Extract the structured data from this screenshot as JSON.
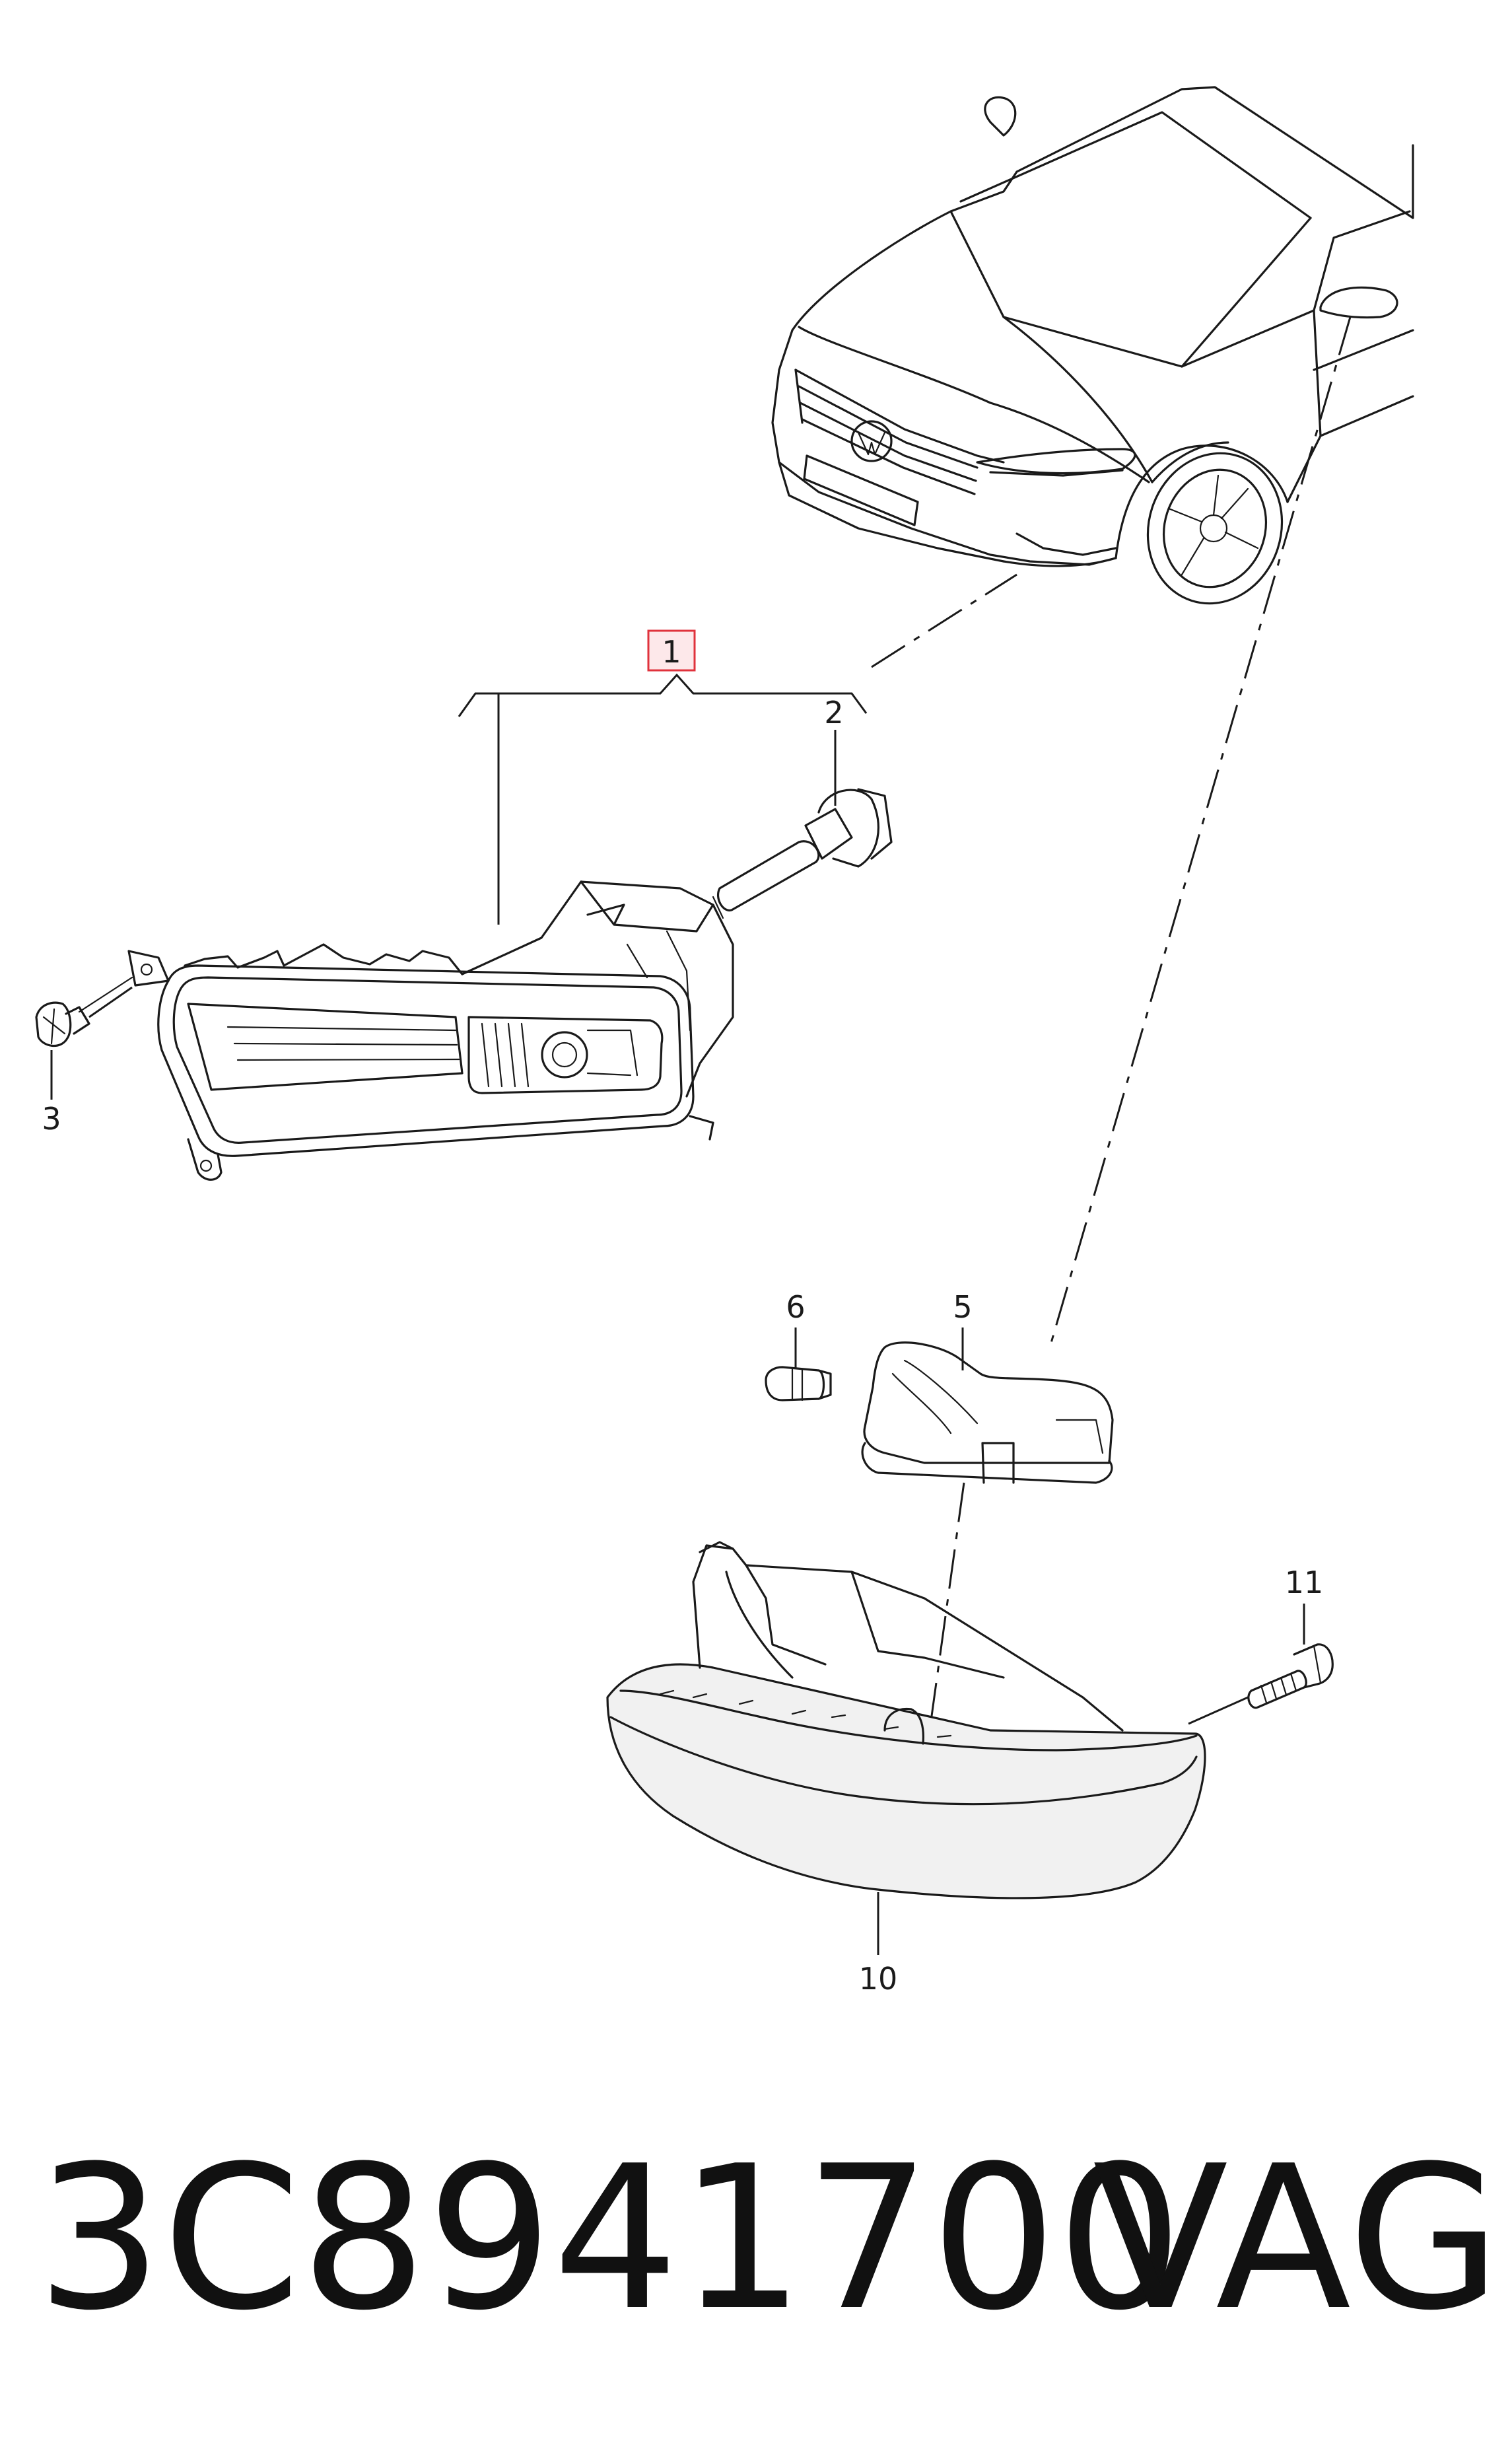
{
  "callouts": {
    "c1": "1",
    "c2": "2",
    "c3": "3",
    "c5": "5",
    "c6": "6",
    "c10": "10",
    "c11": "11"
  },
  "caption": {
    "part_number": "3C8941700",
    "brand": "VAG"
  },
  "colors": {
    "line": "#1a1a1a",
    "highlight_border": "#e0323c",
    "highlight_fill": "#fde8ea",
    "background": "#ffffff"
  }
}
